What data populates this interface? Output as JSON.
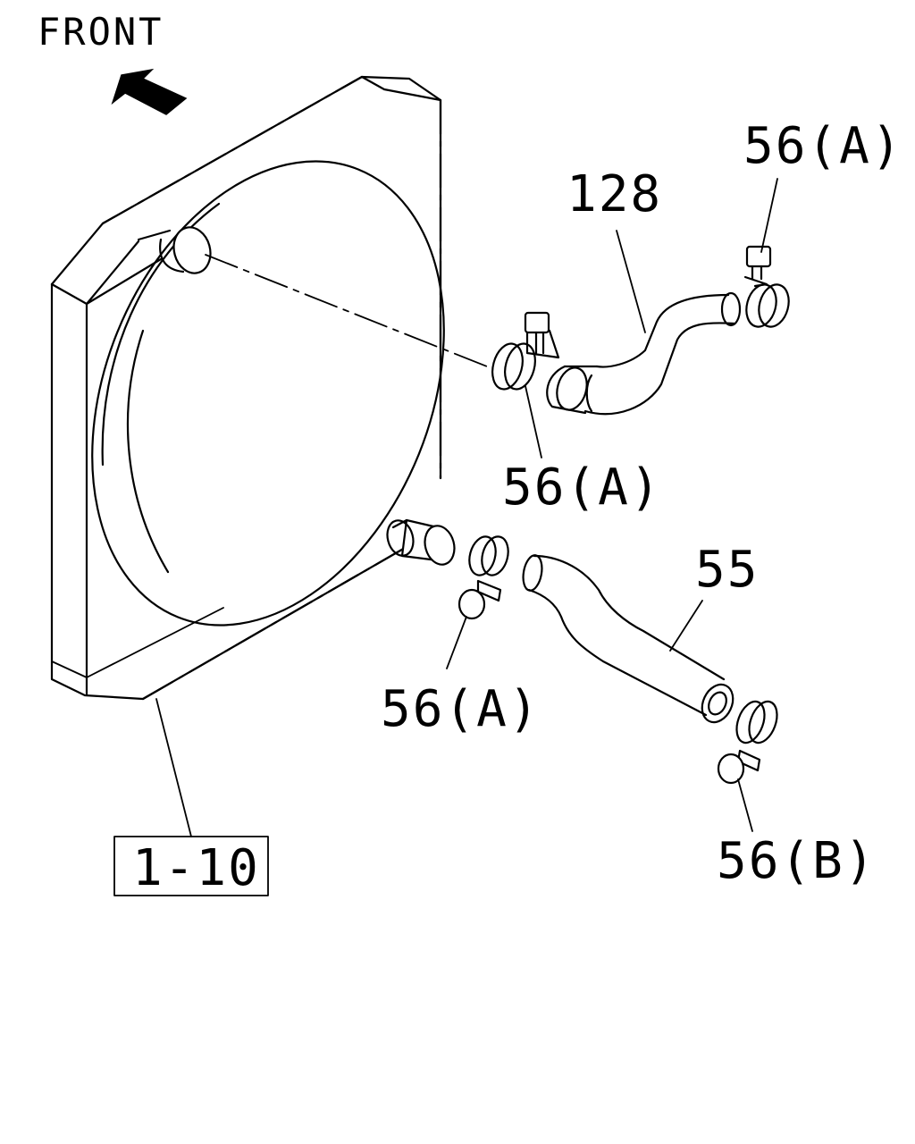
{
  "diagram": {
    "orientation_label": "FRONT",
    "orientation_icon": "front-arrow-icon",
    "parts": [
      {
        "id": "55",
        "label": "55"
      },
      {
        "id": "128",
        "label": "128"
      },
      {
        "id": "1-10",
        "label": "1-10"
      }
    ],
    "clamps": [
      {
        "label": "56(A)"
      },
      {
        "label": "56(A)"
      },
      {
        "label": "56(A)"
      },
      {
        "label": "56(B)"
      }
    ]
  }
}
